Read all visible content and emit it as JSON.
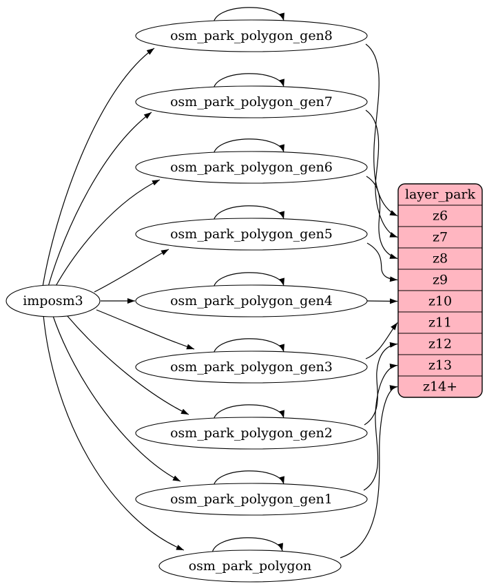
{
  "diagram": {
    "kind": "etl-dependency-graph",
    "source": {
      "label": "imposm3"
    },
    "nodes": [
      {
        "label": "osm_park_polygon_gen8",
        "target": "z6"
      },
      {
        "label": "osm_park_polygon_gen7",
        "target": "z7"
      },
      {
        "label": "osm_park_polygon_gen6",
        "target": "z8"
      },
      {
        "label": "osm_park_polygon_gen5",
        "target": "z9"
      },
      {
        "label": "osm_park_polygon_gen4",
        "target": "z10"
      },
      {
        "label": "osm_park_polygon_gen3",
        "target": "z11"
      },
      {
        "label": "osm_park_polygon_gen2",
        "target": "z12"
      },
      {
        "label": "osm_park_polygon_gen1",
        "target": "z13"
      },
      {
        "label": "osm_park_polygon",
        "target": "z14+"
      }
    ],
    "layer_table": {
      "title": "layer_park",
      "rows": [
        "z6",
        "z7",
        "z8",
        "z9",
        "z10",
        "z11",
        "z12",
        "z13",
        "z14+"
      ]
    },
    "edges": {
      "source_to_each_node": true,
      "self_loop_on_each_node": true,
      "node_to_zoom_row": true
    },
    "colors": {
      "table_fill": "#FFB6C1",
      "node_fill": "#FFFFFF",
      "stroke": "#000000",
      "background": "#FFFFFF"
    }
  }
}
